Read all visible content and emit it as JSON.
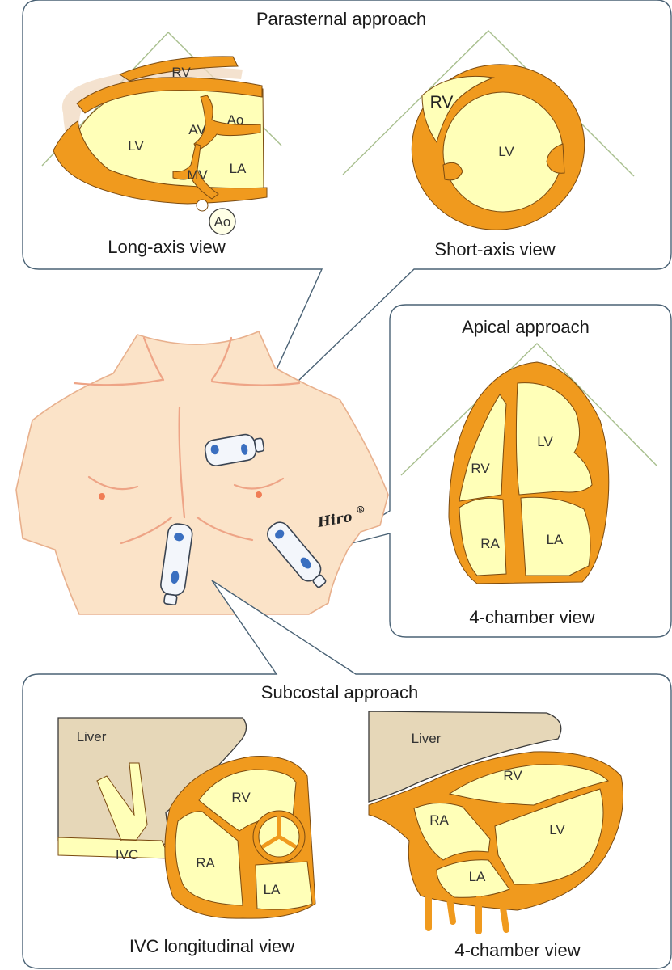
{
  "colors": {
    "myocardium": "#f09a1e",
    "cavity": "#ffffb8",
    "skin": "#fbe3c8",
    "liver": "#e6d7b8",
    "probe_marker": "#3a6fc0",
    "frame": "#4a6275"
  },
  "parasternal": {
    "title": "Parasternal approach",
    "long_axis": {
      "caption": "Long-axis view",
      "labels": {
        "rv": "RV",
        "lv": "LV",
        "av": "AV",
        "ao": "Ao",
        "mv": "MV",
        "la": "LA",
        "ao_descending": "Ao"
      }
    },
    "short_axis": {
      "caption": "Short-axis view",
      "labels": {
        "rv": "RV",
        "lv": "LV"
      }
    }
  },
  "apical": {
    "title": "Apical approach",
    "four_chamber": {
      "caption": "4-chamber view",
      "labels": {
        "lv": "LV",
        "rv": "RV",
        "ra": "RA",
        "la": "LA"
      }
    }
  },
  "subcostal": {
    "title": "Subcostal approach",
    "ivc_view": {
      "caption": "IVC longitudinal view",
      "labels": {
        "liver": "Liver",
        "rv": "RV",
        "ra": "RA",
        "la": "LA",
        "ivc": "IVC"
      }
    },
    "four_chamber": {
      "caption": "4-chamber view",
      "labels": {
        "liver": "Liver",
        "rv": "RV",
        "ra": "RA",
        "lv": "LV",
        "la": "LA"
      }
    }
  },
  "signature": {
    "text": "Hiro",
    "mark": "®"
  },
  "icons": {
    "probe": "ultrasound-probe-icon"
  }
}
